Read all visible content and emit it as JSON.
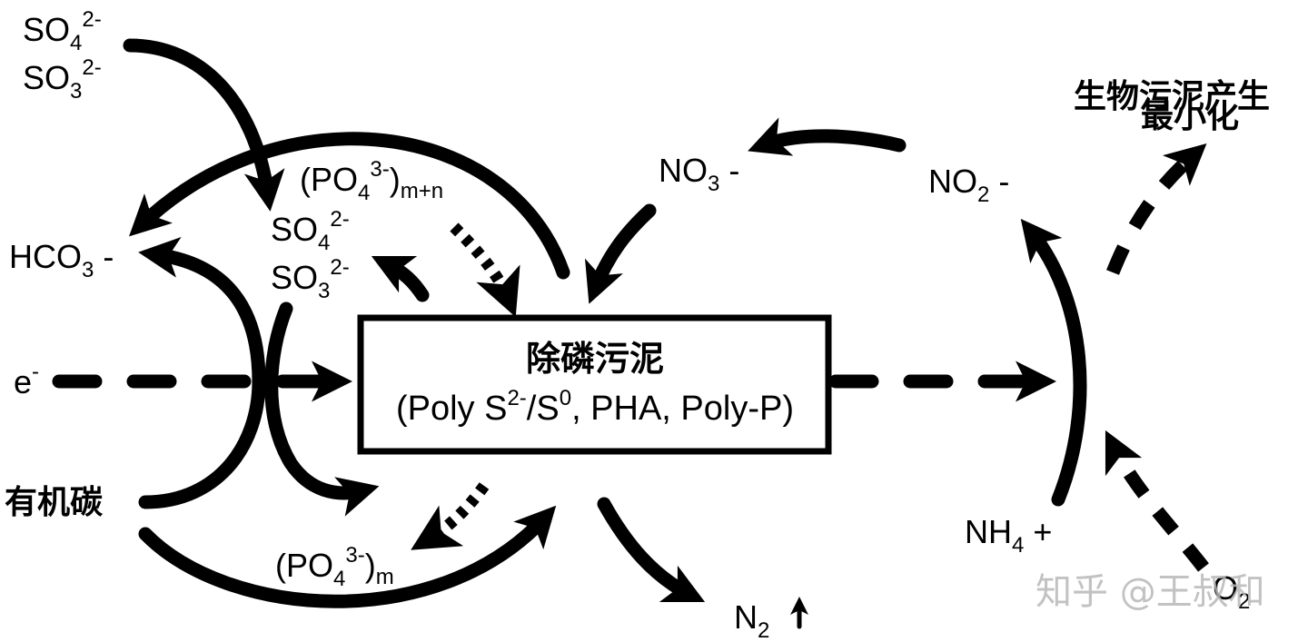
{
  "diagram": {
    "central_box": {
      "title": "除磷污泥",
      "subtitle_parts": [
        "(Poly S",
        "2-",
        "/S",
        "0",
        ", PHA, Poly-P)"
      ]
    },
    "labels": {
      "so4_top": {
        "base": "SO",
        "sub": "4",
        "sup": "2-"
      },
      "so3_top": {
        "base": "SO",
        "sub": "3",
        "sup": "2-"
      },
      "po4_mn": {
        "open": "(PO",
        "sub": "4",
        "sup": "3-",
        "close": ")",
        "tail": "m+n"
      },
      "so4_mid": {
        "base": "SO",
        "sub": "4",
        "sup": "2-"
      },
      "so3_mid": {
        "base": "SO",
        "sub": "3",
        "sup": "2-"
      },
      "hco3": {
        "base": "HCO",
        "sub": "3",
        "tail": " -"
      },
      "electron": {
        "base": "e",
        "sup": "-"
      },
      "organic_carbon": "有机碳",
      "po4_m": {
        "open": "(PO",
        "sub": "4",
        "sup": "3-",
        "close": ")",
        "tail": "m"
      },
      "no3": {
        "base": "NO",
        "sub": "3",
        "tail": " -"
      },
      "no2": {
        "base": "NO",
        "sub": "2",
        "tail": " -"
      },
      "nh4": {
        "base": "NH",
        "sub": "4",
        "tail": " +"
      },
      "n2": {
        "base": "N",
        "sub": "2",
        "tail": " ↑"
      },
      "o2": {
        "base": "O",
        "sub": "2"
      },
      "sludge_min_line1": "生物污泥产生",
      "sludge_min_line2": "最小化"
    },
    "watermark": "知乎 @王叔和"
  }
}
